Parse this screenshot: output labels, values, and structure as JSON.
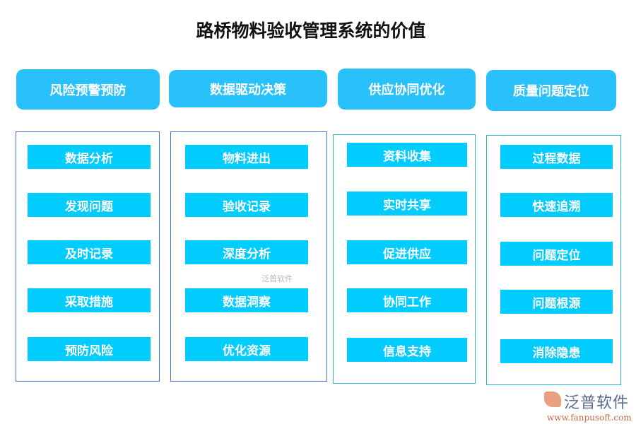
{
  "title": "路桥物料验收管理系统的价值",
  "columns": [
    {
      "header": "风险预警预防",
      "items": [
        "数据分析",
        "发现问题",
        "及时记录",
        "采取措施",
        "预防风险"
      ]
    },
    {
      "header": "数据驱动决策",
      "items": [
        "物料进出",
        "验收记录",
        "深度分析",
        "数据洞察",
        "优化资源"
      ]
    },
    {
      "header": "供应协同优化",
      "items": [
        "资料收集",
        "实时共享",
        "促进供应",
        "协同工作",
        "信息支持"
      ]
    },
    {
      "header": "质量问题定位",
      "items": [
        "过程数据",
        "快速追溯",
        "问题定位",
        "问题根源",
        "消除隐患"
      ]
    }
  ],
  "watermark": "泛普软件",
  "logo": {
    "name": "泛普软件",
    "url": "www.fanpusoft.com"
  },
  "colors": {
    "header": "#29c1fb",
    "item": "#00ccff",
    "border_blue": "#4a6fc8",
    "border_teal": "#2ab8c8"
  }
}
